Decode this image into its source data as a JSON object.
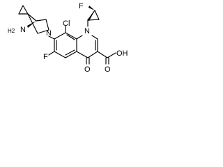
{
  "molecule": {
    "atoms": {
      "amine_n": "N",
      "amine_h2": "H2",
      "ring_n": "N",
      "chlorine": "Cl",
      "fluorine_top": "F",
      "fluorine_left": "F",
      "quinolone_n": "N",
      "ketone_o": "O",
      "acid_o": "O",
      "acid_oh": "OH"
    },
    "colors": {
      "bond": "#000000",
      "label": "#000000",
      "background": "#ffffff"
    }
  }
}
